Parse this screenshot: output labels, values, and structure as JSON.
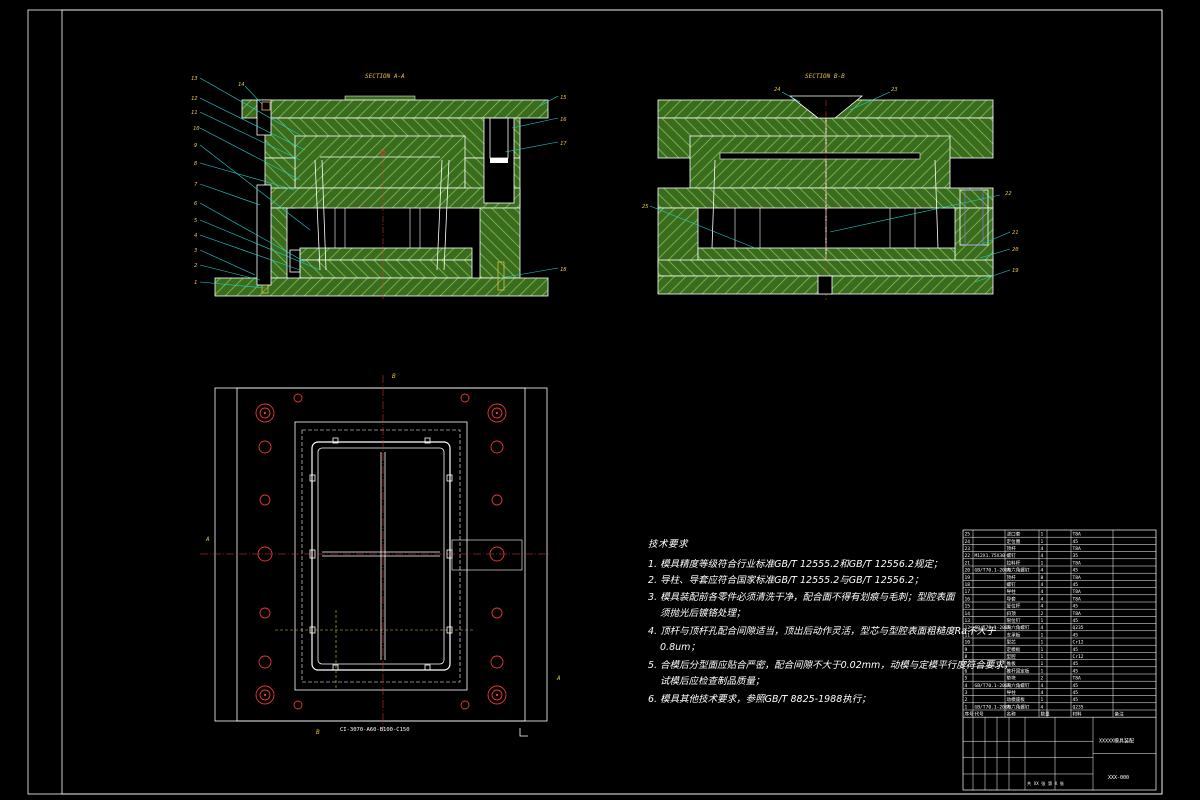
{
  "section_a_title": "SECTION A-A",
  "section_b_title": "SECTION B-B",
  "designation": "CI-3070-A60-B100-C150",
  "view_markers": {
    "a": "A",
    "b": "B"
  },
  "notes": {
    "title": "技术要求",
    "items": [
      {
        "text": "1. 模具精度等级符合行业标准GB/T 12555.2和GB/T 12556.2规定；"
      },
      {
        "text": "2. 导柱、导套应符合国家标准GB/T 12555.2与GB/T 12556.2；"
      },
      {
        "text": "3. 模具装配前各零件必须清洗干净，配合面不得有划痕与毛刺；型腔表面",
        "cont": "须抛光后镀铬处理；"
      },
      {
        "text": "4. 顶杆与顶杆孔配合间隙适当，顶出后动作灵活，型芯与型腔表面粗糙度Ra不大于",
        "cont": "0.8um；"
      },
      {
        "text": "5. 合模后分型面应贴合严密，配合间隙不大于0.02mm，动模与定模平行度符合要求，",
        "cont": "试模后应检查制品质量；"
      },
      {
        "text": "6. 模具其他技术要求，参照GB/T 8825-1988执行；"
      }
    ]
  },
  "bom": {
    "rows": [
      {
        "no": "25",
        "std": "",
        "name": "浇口套",
        "qty": "1",
        "mat": "T8A",
        "note": ""
      },
      {
        "no": "24",
        "std": "",
        "name": "定位圈",
        "qty": "1",
        "mat": "45",
        "note": ""
      },
      {
        "no": "23",
        "std": "",
        "name": "顶杆",
        "qty": "4",
        "mat": "T8A",
        "note": ""
      },
      {
        "no": "22",
        "std": "M12X1.75X30",
        "name": "螺钉",
        "qty": "4",
        "mat": "35",
        "note": ""
      },
      {
        "no": "21",
        "std": "",
        "name": "拉料杆",
        "qty": "1",
        "mat": "T8A",
        "note": ""
      },
      {
        "no": "20",
        "std": "GB/T70.1-2000",
        "name": "内六角螺钉",
        "qty": "4",
        "mat": "45",
        "note": ""
      },
      {
        "no": "19",
        "std": "",
        "name": "顶杆",
        "qty": "8",
        "mat": "T8A",
        "note": ""
      },
      {
        "no": "18",
        "std": "",
        "name": "螺钉",
        "qty": "4",
        "mat": "45",
        "note": ""
      },
      {
        "no": "17",
        "std": "",
        "name": "导柱",
        "qty": "4",
        "mat": "T8A",
        "note": ""
      },
      {
        "no": "16",
        "std": "",
        "name": "导套",
        "qty": "4",
        "mat": "T8A",
        "note": ""
      },
      {
        "no": "15",
        "std": "",
        "name": "复位杆",
        "qty": "4",
        "mat": "45",
        "note": ""
      },
      {
        "no": "14",
        "std": "",
        "name": "斜顶",
        "qty": "2",
        "mat": "T8A",
        "note": ""
      },
      {
        "no": "13",
        "std": "",
        "name": "限位钉",
        "qty": "1",
        "mat": "45",
        "note": ""
      },
      {
        "no": "12",
        "std": "GB/T70.1-2000",
        "name": "内六角螺钉",
        "qty": "4",
        "mat": "Q235",
        "note": ""
      },
      {
        "no": "11",
        "std": "",
        "name": "支承板",
        "qty": "1",
        "mat": "45",
        "note": ""
      },
      {
        "no": "10",
        "std": "",
        "name": "型芯",
        "qty": "1",
        "mat": "Cr12",
        "note": ""
      },
      {
        "no": "9",
        "std": "",
        "name": "定模板",
        "qty": "1",
        "mat": "45",
        "note": ""
      },
      {
        "no": "8",
        "std": "",
        "name": "型腔",
        "qty": "1",
        "mat": "Cr12",
        "note": ""
      },
      {
        "no": "7",
        "std": "",
        "name": "推板",
        "qty": "1",
        "mat": "45",
        "note": ""
      },
      {
        "no": "6",
        "std": "",
        "name": "推杆固定板",
        "qty": "1",
        "mat": "45",
        "note": ""
      },
      {
        "no": "5",
        "std": "",
        "name": "垫块",
        "qty": "2",
        "mat": "T8A",
        "note": ""
      },
      {
        "no": "4",
        "std": "GB/T70.1-2000",
        "name": "内六角螺钉",
        "qty": "4",
        "mat": "45",
        "note": ""
      },
      {
        "no": "3",
        "std": "",
        "name": "导柱",
        "qty": "4",
        "mat": "45",
        "note": ""
      },
      {
        "no": "2",
        "std": "",
        "name": "动模座板",
        "qty": "1",
        "mat": "45",
        "note": ""
      },
      {
        "no": "1",
        "std": "GB/T70.1-2000",
        "name": "内六角螺钉",
        "qty": "4",
        "mat": "Q235",
        "note": ""
      }
    ],
    "header": {
      "no": "序号",
      "std": "代号",
      "name": "名称",
      "qty": "数量",
      "mat": "材料",
      "note": "备注"
    }
  },
  "title_block": {
    "drawing_name": "XXXXX模具装配",
    "drawing_no": "XXX-000",
    "scale_text": "共 XX 张 第 X 张"
  },
  "colors": {
    "line": "#ffffff",
    "hatch": "#5aa832",
    "center": "#e53935",
    "leader": "#19d4d4",
    "label": "#e0c040",
    "frame": "#ffffff"
  }
}
